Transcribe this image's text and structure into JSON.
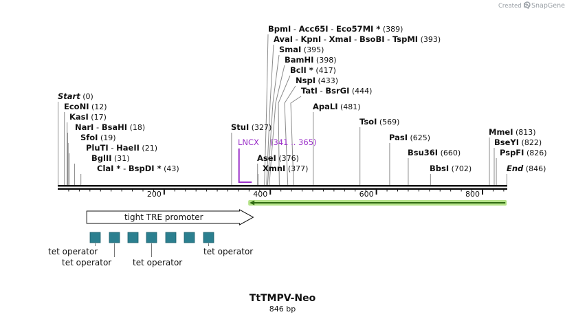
{
  "credit": {
    "prefix": "Created by",
    "brand": "SnapGene"
  },
  "map": {
    "name": "TtTMPV-Neo",
    "length_label": "846 bp",
    "length": 846
  },
  "ticks": [
    "200",
    "400",
    "600",
    "800"
  ],
  "enzymes": [
    {
      "names": [
        "Start"
      ],
      "asterisks": [
        false
      ],
      "pos": "(0)",
      "bp": 0,
      "italic": true
    },
    {
      "names": [
        "EcoNI"
      ],
      "asterisks": [
        false
      ],
      "pos": "(12)",
      "bp": 12
    },
    {
      "names": [
        "KasI"
      ],
      "asterisks": [
        false
      ],
      "pos": "(17)",
      "bp": 17
    },
    {
      "names": [
        "NarI",
        "BsaHI"
      ],
      "asterisks": [
        false,
        false
      ],
      "pos": "(18)",
      "bp": 18
    },
    {
      "names": [
        "SfoI"
      ],
      "asterisks": [
        false
      ],
      "pos": "(19)",
      "bp": 19
    },
    {
      "names": [
        "PluTI",
        "HaeII"
      ],
      "asterisks": [
        false,
        false
      ],
      "pos": "(21)",
      "bp": 21
    },
    {
      "names": [
        "BglII"
      ],
      "asterisks": [
        false
      ],
      "pos": "(31)",
      "bp": 31
    },
    {
      "names": [
        "ClaI",
        "BspDI"
      ],
      "asterisks": [
        true,
        true
      ],
      "pos": "(43)",
      "bp": 43
    },
    {
      "names": [
        "StuI"
      ],
      "asterisks": [
        false
      ],
      "pos": "(327)",
      "bp": 327
    },
    {
      "names": [
        "BpmI",
        "Acc65I",
        "Eco57MI"
      ],
      "asterisks": [
        false,
        false,
        true
      ],
      "pos": "(389)",
      "bp": 389
    },
    {
      "names": [
        "AvaI",
        "KpnI",
        "XmaI",
        "BsoBI",
        "TspMI"
      ],
      "asterisks": [
        false,
        false,
        false,
        false,
        false
      ],
      "pos": "(393)",
      "bp": 393
    },
    {
      "names": [
        "SmaI"
      ],
      "asterisks": [
        false
      ],
      "pos": "(395)",
      "bp": 395
    },
    {
      "names": [
        "BamHI"
      ],
      "asterisks": [
        false
      ],
      "pos": "(398)",
      "bp": 398
    },
    {
      "names": [
        "BclI"
      ],
      "asterisks": [
        true
      ],
      "pos": "(417)",
      "bp": 417
    },
    {
      "names": [
        "NspI"
      ],
      "asterisks": [
        false
      ],
      "pos": "(433)",
      "bp": 433
    },
    {
      "names": [
        "TatI",
        "BsrGI"
      ],
      "asterisks": [
        false,
        false
      ],
      "pos": "(444)",
      "bp": 444
    },
    {
      "names": [
        "ApaLI"
      ],
      "asterisks": [
        false
      ],
      "pos": "(481)",
      "bp": 481
    },
    {
      "names": [
        "AseI"
      ],
      "asterisks": [
        false
      ],
      "pos": "(376)",
      "bp": 376
    },
    {
      "names": [
        "XmnI"
      ],
      "asterisks": [
        false
      ],
      "pos": "(377)",
      "bp": 377
    },
    {
      "names": [
        "TsoI"
      ],
      "asterisks": [
        false
      ],
      "pos": "(569)",
      "bp": 569
    },
    {
      "names": [
        "PasI"
      ],
      "asterisks": [
        false
      ],
      "pos": "(625)",
      "bp": 625
    },
    {
      "names": [
        "Bsu36I"
      ],
      "asterisks": [
        false
      ],
      "pos": "(660)",
      "bp": 660
    },
    {
      "names": [
        "BbsI"
      ],
      "asterisks": [
        false
      ],
      "pos": "(702)",
      "bp": 702
    },
    {
      "names": [
        "MmeI"
      ],
      "asterisks": [
        false
      ],
      "pos": "(813)",
      "bp": 813
    },
    {
      "names": [
        "BseYI"
      ],
      "asterisks": [
        false
      ],
      "pos": "(822)",
      "bp": 822
    },
    {
      "names": [
        "PspFI"
      ],
      "asterisks": [
        false
      ],
      "pos": "(826)",
      "bp": 826
    },
    {
      "names": [
        "End"
      ],
      "asterisks": [
        false
      ],
      "pos": "(846)",
      "bp": 846,
      "italic": true
    }
  ],
  "primer": {
    "name": "LNCX",
    "range": "(341 .. 365)",
    "start": 341,
    "end": 365,
    "color": "#9b30c9"
  },
  "promoter": {
    "label": "tight TRE promoter",
    "start": 54,
    "end": 368
  },
  "green_feature": {
    "start": 361,
    "end": 843,
    "color": "#b6e38a",
    "line_color": "#2f6a12"
  },
  "operators": {
    "label": "tet operator",
    "count": 7,
    "color": "#2b7f8f"
  }
}
